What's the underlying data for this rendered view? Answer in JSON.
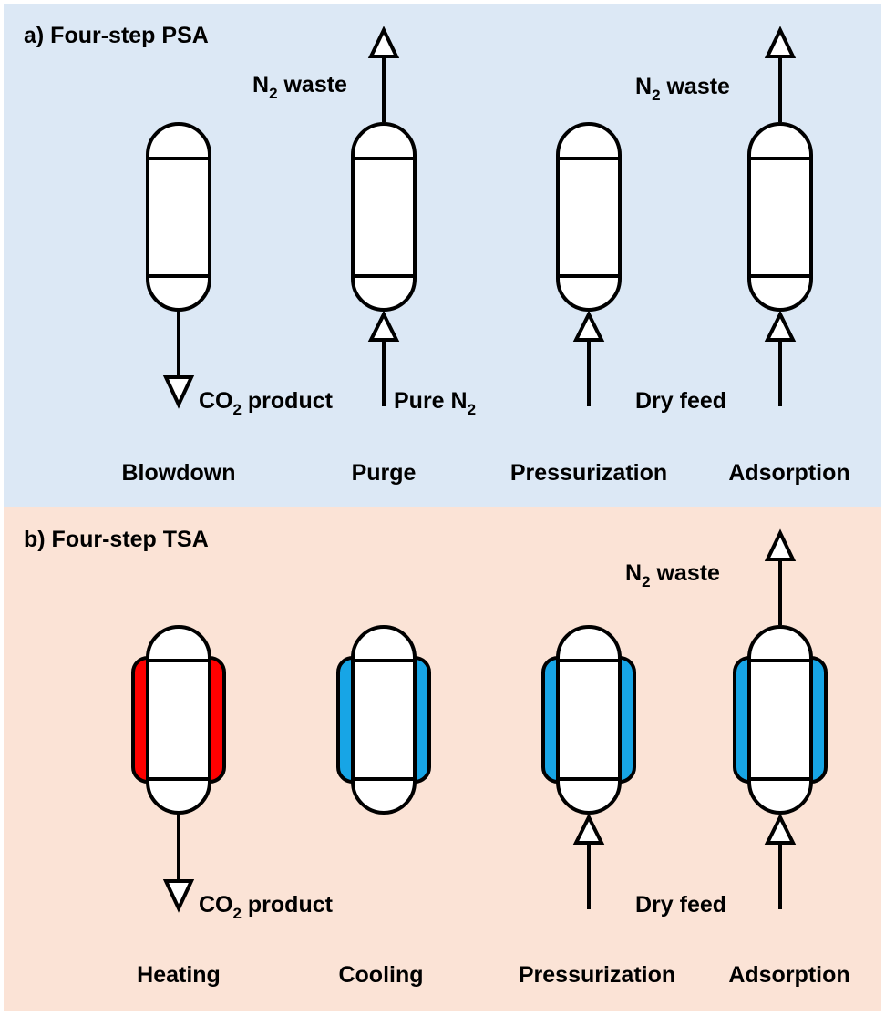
{
  "colors": {
    "psa_background": "#dce8f5",
    "tsa_background": "#fbe3d6",
    "heating_jacket": "#ff0000",
    "cooling_jacket": "#17a5e6"
  },
  "panels": [
    {
      "key": "psa",
      "title": "a) Four-step PSA",
      "steps": [
        {
          "key": "blowdown",
          "name": "Blowdown",
          "jacket": "none",
          "flows": [
            {
              "label": "CO",
              "sub": "2",
              "after": " product",
              "direction": "out-bottom"
            }
          ]
        },
        {
          "key": "purge",
          "name": "Purge",
          "jacket": "none",
          "flows": [
            {
              "label": "N",
              "sub": "2",
              "after": " waste",
              "direction": "out-top"
            },
            {
              "label": "Pure N",
              "sub": "2",
              "after": "",
              "direction": "in-bottom"
            }
          ]
        },
        {
          "key": "pressurization",
          "name": "Pressurization",
          "jacket": "none",
          "flows": [
            {
              "label": "Dry feed",
              "sub": "",
              "after": "",
              "direction": "in-bottom"
            }
          ]
        },
        {
          "key": "adsorption",
          "name": "Adsorption",
          "jacket": "none",
          "flows": [
            {
              "label": "N",
              "sub": "2",
              "after": " waste",
              "direction": "out-top"
            },
            {
              "label": "",
              "sub": "",
              "after": "",
              "direction": "in-bottom"
            }
          ]
        }
      ]
    },
    {
      "key": "tsa",
      "title": "b) Four-step TSA",
      "steps": [
        {
          "key": "heating",
          "name": "Heating",
          "jacket": "heating",
          "flows": [
            {
              "label": "CO",
              "sub": "2",
              "after": " product",
              "direction": "out-bottom"
            }
          ]
        },
        {
          "key": "cooling",
          "name": "Cooling",
          "jacket": "cooling",
          "flows": []
        },
        {
          "key": "pressurization",
          "name": "Pressurization",
          "jacket": "cooling",
          "flows": [
            {
              "label": "Dry feed",
              "sub": "",
              "after": "",
              "direction": "in-bottom"
            }
          ]
        },
        {
          "key": "adsorption",
          "name": "Adsorption",
          "jacket": "cooling",
          "flows": [
            {
              "label": "N",
              "sub": "2",
              "after": " waste",
              "direction": "out-top"
            },
            {
              "label": "",
              "sub": "",
              "after": "",
              "direction": "in-bottom"
            }
          ]
        }
      ]
    }
  ]
}
